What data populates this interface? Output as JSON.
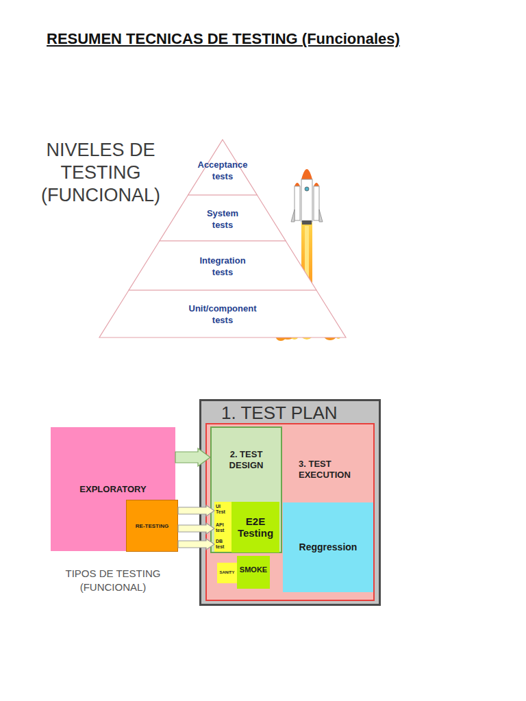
{
  "diagram": {
    "title": "RESUMEN TECNICAS DE TESTING (Funcionales)",
    "nodes": [
      {
        "text": [
          "Acceptance tests"
        ]
      },
      {
        "text": [
          "System tests"
        ]
      },
      {
        "text": [
          "Integration tests"
        ]
      },
      {
        "text": [
          "Unit/component tests"
        ]
      },
      {
        "text": [
          "EXPLORATORY"
        ]
      },
      {
        "text": [
          "RE-TESTING"
        ]
      },
      {
        "text": [
          "1. TEST PLAN"
        ]
      },
      {
        "text": [
          "3. TEST EXECUTION"
        ],
        "in": 6
      },
      {
        "text": [
          "2. TEST DESIGN"
        ],
        "in": 7
      },
      {
        "text": [
          "UI Test"
        ],
        "in": 8
      },
      {
        "text": [
          "API test"
        ],
        "in": 8
      },
      {
        "text": [
          "DB test"
        ],
        "in": 8
      },
      {
        "text": [
          "E2E Testing"
        ],
        "in": 8
      },
      {
        "text": [
          "Reggression"
        ],
        "in": 7
      },
      {
        "text": [
          "SANITY"
        ],
        "in": 7
      },
      {
        "text": [
          "SMOKE"
        ],
        "in": 7
      }
    ],
    "edges": [
      {
        "from": 4,
        "to": 8,
        "arrow": "to"
      },
      {
        "from": 5,
        "to": 9,
        "arrow": "to"
      },
      {
        "from": 5,
        "to": 10,
        "arrow": "to"
      },
      {
        "from": 5,
        "to": 11,
        "arrow": "to"
      }
    ],
    "labels": [
      "NIVELES DE TESTING (FUNCIONAL)",
      "TIPOS DE TESTING (FUNCIONAL)"
    ]
  }
}
